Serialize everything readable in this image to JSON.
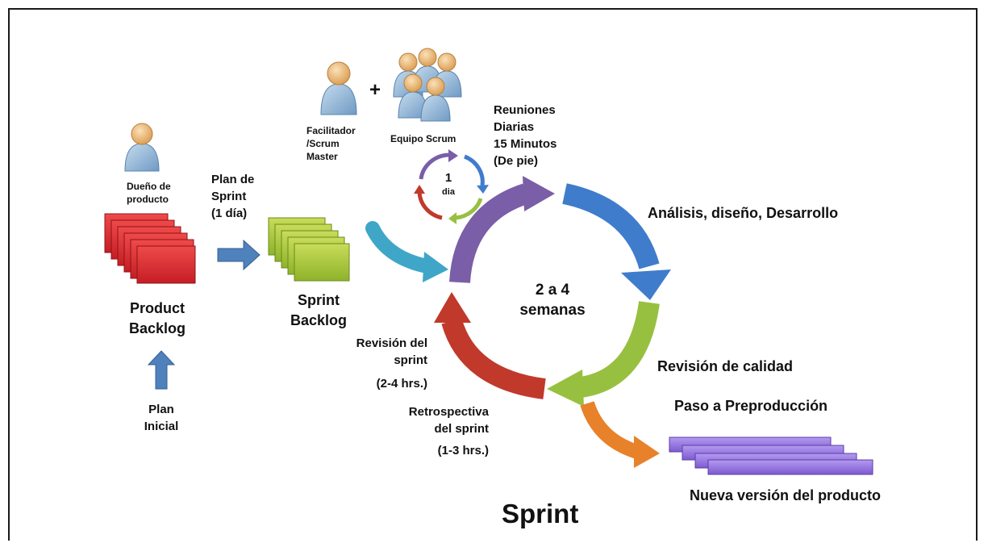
{
  "roles": {
    "product_owner": [
      "Dueño de",
      "producto"
    ],
    "facilitator": [
      "Facilitador",
      "/Scrum",
      "Master"
    ],
    "plus": "+",
    "team": "Equipo Scrum"
  },
  "labels": {
    "product_backlog": [
      "Product",
      "Backlog"
    ],
    "initial_plan": [
      "Plan",
      "Inicial"
    ],
    "sprint_plan": [
      "Plan de",
      "Sprint",
      "(1 día)"
    ],
    "sprint_backlog": [
      "Sprint",
      "Backlog"
    ],
    "daily_cycle": [
      "1",
      "dia"
    ],
    "daily_meetings": [
      "Reuniones",
      "Diarias",
      "15 Minutos",
      "(De pie)"
    ],
    "cycle_center": [
      "2 a 4",
      "semanas"
    ],
    "analysis": "Análisis, diseño, Desarrollo",
    "quality_review": "Revisión de calidad",
    "preproduction": "Paso a Preproducción",
    "sprint_review": [
      "Revisión del",
      "sprint",
      "(2-4 hrs.)"
    ],
    "retrospective": [
      "Retrospectiva",
      "del sprint",
      "(1-3 hrs.)"
    ],
    "new_version": "Nueva versión del producto",
    "title": "Sprint"
  },
  "colors": {
    "backlog_red": "#d9272d",
    "sprint_green": "#a8c43a",
    "arrow_blue": "#4f81bd",
    "cycle_purple": "#7a5ea8",
    "cycle_blue": "#3f7ccc",
    "cycle_green": "#98c040",
    "cycle_red": "#c0392b",
    "feed_cyan": "#3fa6c8",
    "release_orange": "#e8822a",
    "release_violet": "#8e6ad8"
  },
  "icons": [
    "person-icon",
    "team-icon",
    "stacked-cards-icon",
    "cycle-arrow-icon"
  ]
}
